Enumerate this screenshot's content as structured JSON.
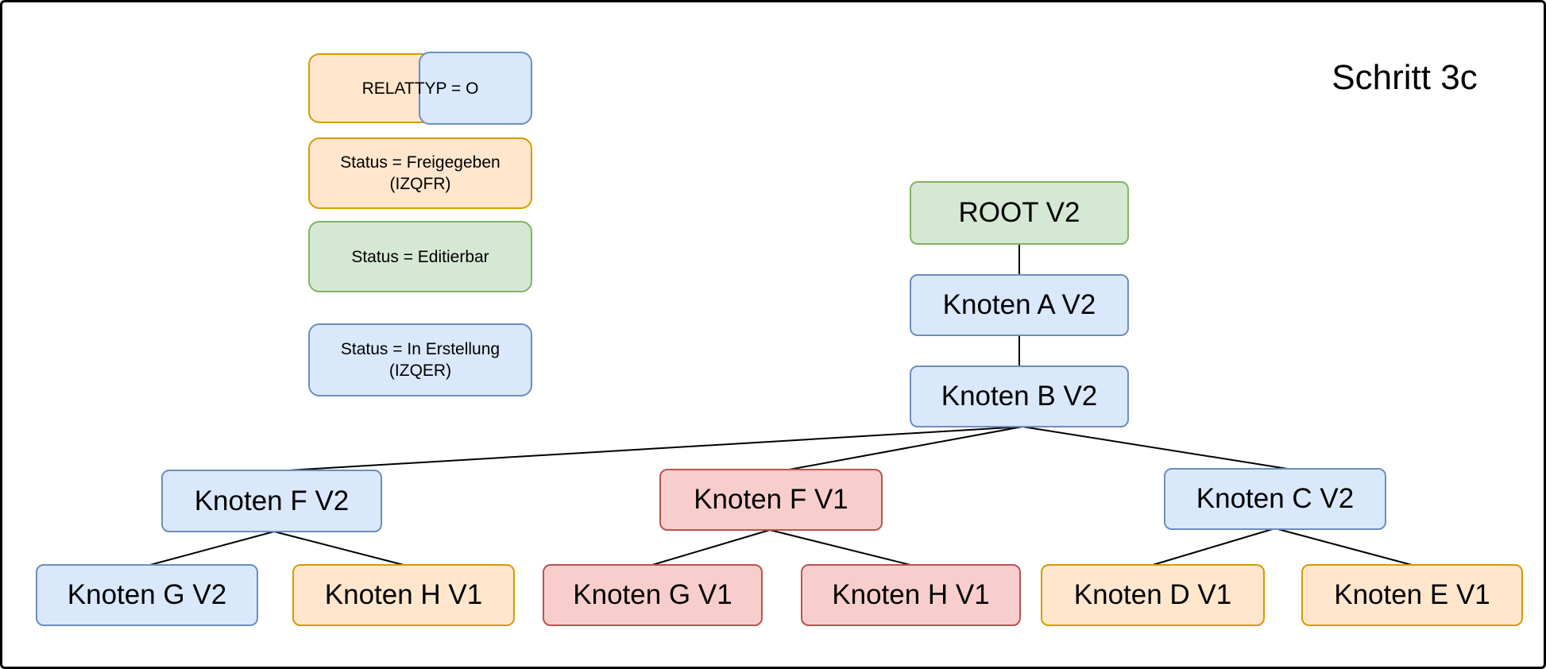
{
  "title": "Schritt 3c",
  "colors": {
    "blue_fill": "#dae8fc",
    "blue_stroke": "#6c8ebf",
    "green_fill": "#d5e8d4",
    "green_stroke": "#82b366",
    "orange_fill": "#ffe6cc",
    "orange_stroke": "#d79b00",
    "red_fill": "#f8cecc",
    "red_stroke": "#b85450",
    "connector_line": "#000000",
    "background": "#ffffff"
  },
  "legend": {
    "relattyp_label": "RELATTYP = O",
    "freigegeben_line1": "Status = Freigegeben",
    "freigegeben_line2": "(IZQFR)",
    "editierbar_label": "Status = Editierbar",
    "in_erstellung_line1": "Status = In Erstellung",
    "in_erstellung_line2": "(IZQER)"
  },
  "tree": {
    "nodes": [
      {
        "id": "root-v2",
        "label": "ROOT V2",
        "color": "green"
      },
      {
        "id": "knoten-a-v2",
        "label": "Knoten A V2",
        "color": "blue"
      },
      {
        "id": "knoten-b-v2",
        "label": "Knoten B V2",
        "color": "blue"
      },
      {
        "id": "knoten-f-v2",
        "label": "Knoten F V2",
        "color": "blue"
      },
      {
        "id": "knoten-f-v1",
        "label": "Knoten F V1",
        "color": "red"
      },
      {
        "id": "knoten-c-v2",
        "label": "Knoten C V2",
        "color": "blue"
      },
      {
        "id": "knoten-g-v2",
        "label": "Knoten G V2",
        "color": "blue"
      },
      {
        "id": "knoten-h-v1-left",
        "label": "Knoten H V1",
        "color": "orange"
      },
      {
        "id": "knoten-g-v1",
        "label": "Knoten G V1",
        "color": "red"
      },
      {
        "id": "knoten-h-v1-mid",
        "label": "Knoten H V1",
        "color": "red"
      },
      {
        "id": "knoten-d-v1",
        "label": "Knoten D V1",
        "color": "orange"
      },
      {
        "id": "knoten-e-v1",
        "label": "Knoten E V1",
        "color": "orange"
      }
    ],
    "edges": [
      {
        "from": "root-v2",
        "to": "knoten-a-v2"
      },
      {
        "from": "knoten-a-v2",
        "to": "knoten-b-v2"
      },
      {
        "from": "knoten-b-v2",
        "to": "knoten-f-v2"
      },
      {
        "from": "knoten-b-v2",
        "to": "knoten-f-v1"
      },
      {
        "from": "knoten-b-v2",
        "to": "knoten-c-v2"
      },
      {
        "from": "knoten-f-v2",
        "to": "knoten-g-v2"
      },
      {
        "from": "knoten-f-v2",
        "to": "knoten-h-v1-left"
      },
      {
        "from": "knoten-f-v1",
        "to": "knoten-g-v1"
      },
      {
        "from": "knoten-f-v1",
        "to": "knoten-h-v1-mid"
      },
      {
        "from": "knoten-c-v2",
        "to": "knoten-d-v1"
      },
      {
        "from": "knoten-c-v2",
        "to": "knoten-e-v1"
      }
    ]
  }
}
